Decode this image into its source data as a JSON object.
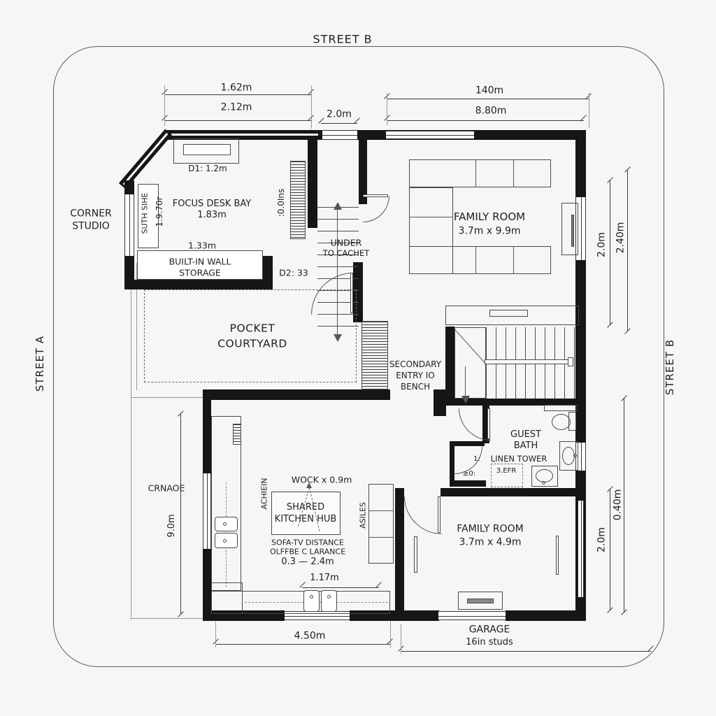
{
  "streets": {
    "top": "STREET B",
    "left": "STREET A",
    "right": "STREET B"
  },
  "dims": {
    "tl_outer": "1.62m",
    "tl_inner": "2.12m",
    "entry": "2.0m",
    "tr_outer": "140m",
    "tr_inner": "8.80m",
    "r_up_inner": "2.0m",
    "r_up_outer": "2.40m",
    "r_low_inner": "2.0m",
    "r_low_outer": "0.40m",
    "left_label": "CRNAOE",
    "left_dim": "9.0m",
    "bottom": "4.50m",
    "island": "1.17m",
    "storage": "1.33m",
    "window_note1": "SUTH SIHE",
    "window_note2": "1.9.70r",
    "stair_note": ":0.0Ins"
  },
  "corner_studio": {
    "l1": "CORNER",
    "l2": "STUDIO",
    "desk": "D1: 1.2m",
    "bay1": "FOCUS DESK BAY",
    "bay2": "1.83m",
    "storage1": "BUILT-IN WALL",
    "storage2": "STORAGE"
  },
  "family1": {
    "l1": "FAMILY ROOM",
    "l2": "3.7m x 9.9m"
  },
  "courtyard": {
    "l1": "POCKET",
    "l2": "COURTYARD"
  },
  "hall": {
    "l1": "UNDER",
    "l2": "TO CACHET",
    "door": "D2: 33"
  },
  "entry2": {
    "l1": "SECONDARY",
    "l2": "ENTRY IO",
    "l3": "BENCH"
  },
  "bath": {
    "l1": "GUEST",
    "l2": "BATH",
    "l3": "LINEN TOWER",
    "dim": "3.EFR",
    "c1": "1:",
    "c2": "≥0:"
  },
  "kitchen": {
    "i1": "SHARED",
    "i2": "KITCHEN HUB",
    "work": "WOCK x 0.9m",
    "n1": "SOFA-TV DISTANCE",
    "n2": "OLFFBE C LARANCE",
    "n3": "0.3 — 2.4m",
    "aisle": "ASILES",
    "side": "ACHIEIN"
  },
  "family2": {
    "l1": "FAMILY ROOM",
    "l2": "3.7m x 4.9m"
  },
  "garage": {
    "l1": "GARAGE",
    "l2": "16in studs"
  }
}
